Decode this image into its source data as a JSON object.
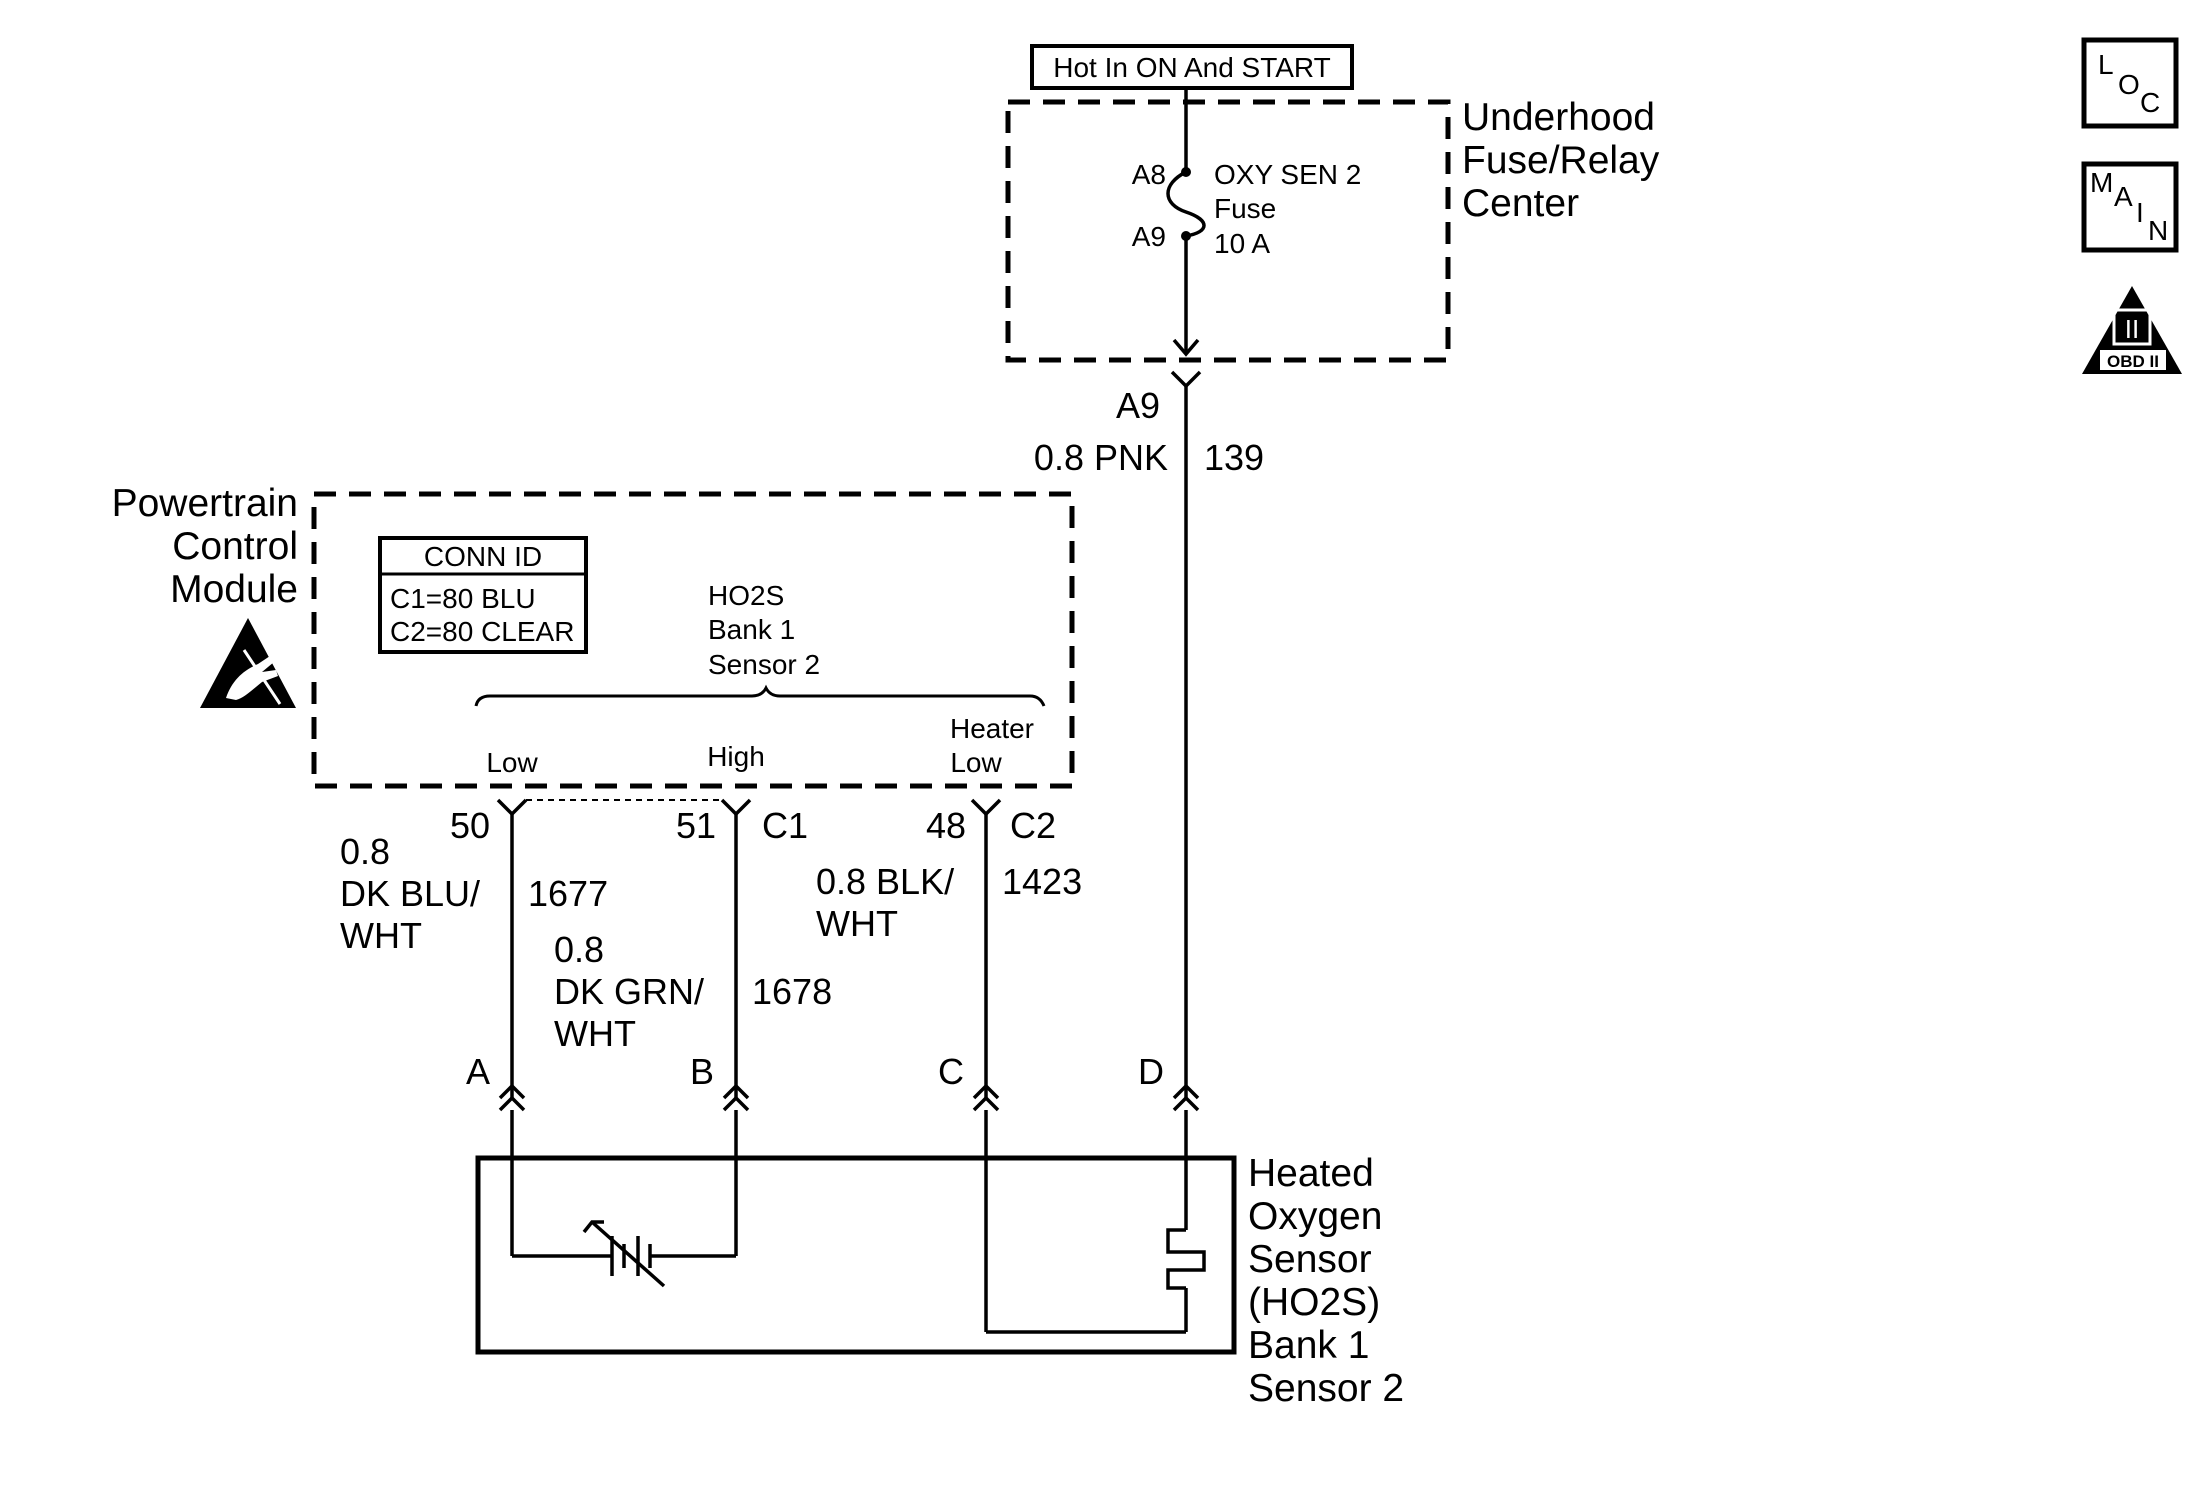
{
  "power": {
    "label": "Hot In ON And START"
  },
  "fuse_center": {
    "title_line1": "Underhood",
    "title_line2": "Fuse/Relay",
    "title_line3": "Center",
    "terminal_top": "A8",
    "terminal_bottom": "A9",
    "fuse_name": "OXY SEN 2",
    "fuse_word": "Fuse",
    "fuse_rating": "10 A",
    "out_connector": "A9"
  },
  "pink_wire": {
    "gauge_color": "0.8 PNK",
    "circuit": "139"
  },
  "pcm": {
    "title_line1": "Powertrain",
    "title_line2": "Control",
    "title_line3": "Module",
    "conn_id_header": "CONN ID",
    "conn_c1": "C1=80 BLU",
    "conn_c2": "C2=80 CLEAR",
    "function_line1": "HO2S",
    "function_line2": "Bank 1",
    "function_line3": "Sensor 2",
    "pin_low_label": "Low",
    "pin_high_label": "High",
    "pin_heater_line1": "Heater",
    "pin_heater_line2": "Low",
    "pin_50": "50",
    "pin_51": "51",
    "conn_c1_tag": "C1",
    "pin_48": "48",
    "conn_c2_tag": "C2"
  },
  "wires": {
    "blu_gauge": "0.8",
    "blu_color1": "DK BLU/",
    "blu_color2": "WHT",
    "blu_circuit": "1677",
    "grn_gauge": "0.8",
    "grn_color1": "DK GRN/",
    "grn_color2": "WHT",
    "grn_circuit": "1678",
    "blk_gauge_color": "0.8 BLK/",
    "blk_color2": "WHT",
    "blk_circuit": "1423"
  },
  "sensor_connector": {
    "a": "A",
    "b": "B",
    "c": "C",
    "d": "D"
  },
  "sensor": {
    "line1": "Heated",
    "line2": "Oxygen",
    "line3": "Sensor",
    "line4": "(HO2S)",
    "line5": "Bank 1",
    "line6": "Sensor 2"
  },
  "icons": {
    "loc": [
      "L",
      "O",
      "C"
    ],
    "main": [
      "M",
      "A",
      "I",
      "N"
    ],
    "obd_top": "II",
    "obd_bottom": "OBD II"
  }
}
